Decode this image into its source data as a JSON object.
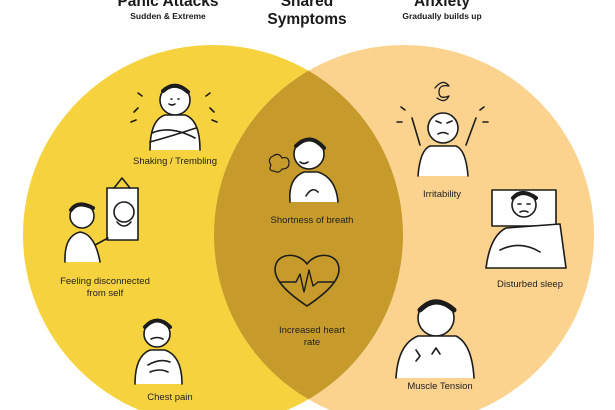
{
  "panic": {
    "title": "Panic Attacks",
    "subtitle": "Sudden & Extreme",
    "color": "#f6d33e"
  },
  "shared": {
    "title_line1": "Shared",
    "title_line2": "Symptoms",
    "color": "#c69b2b"
  },
  "anxiety": {
    "title": "Anxiety",
    "subtitle": "Gradually builds up",
    "color": "#fbd38f"
  },
  "symptoms": {
    "shaking": "Shaking / Trembling",
    "disconnected_line1": "Feeling disconnected",
    "disconnected_line2": "from self",
    "chest_pain": "Chest pain",
    "breath": "Shortness of breath",
    "heart_line1": "Increased heart",
    "heart_line2": "rate",
    "irritability": "Irritability",
    "sleep": "Disturbed sleep",
    "tension": "Muscle Tension"
  },
  "icons": [
    "trembling-person-icon",
    "mirror-reflection-icon",
    "chest-pain-icon",
    "breathless-person-icon",
    "heartbeat-icon",
    "irritated-person-icon",
    "sleepless-person-icon",
    "muscle-tension-icon"
  ]
}
